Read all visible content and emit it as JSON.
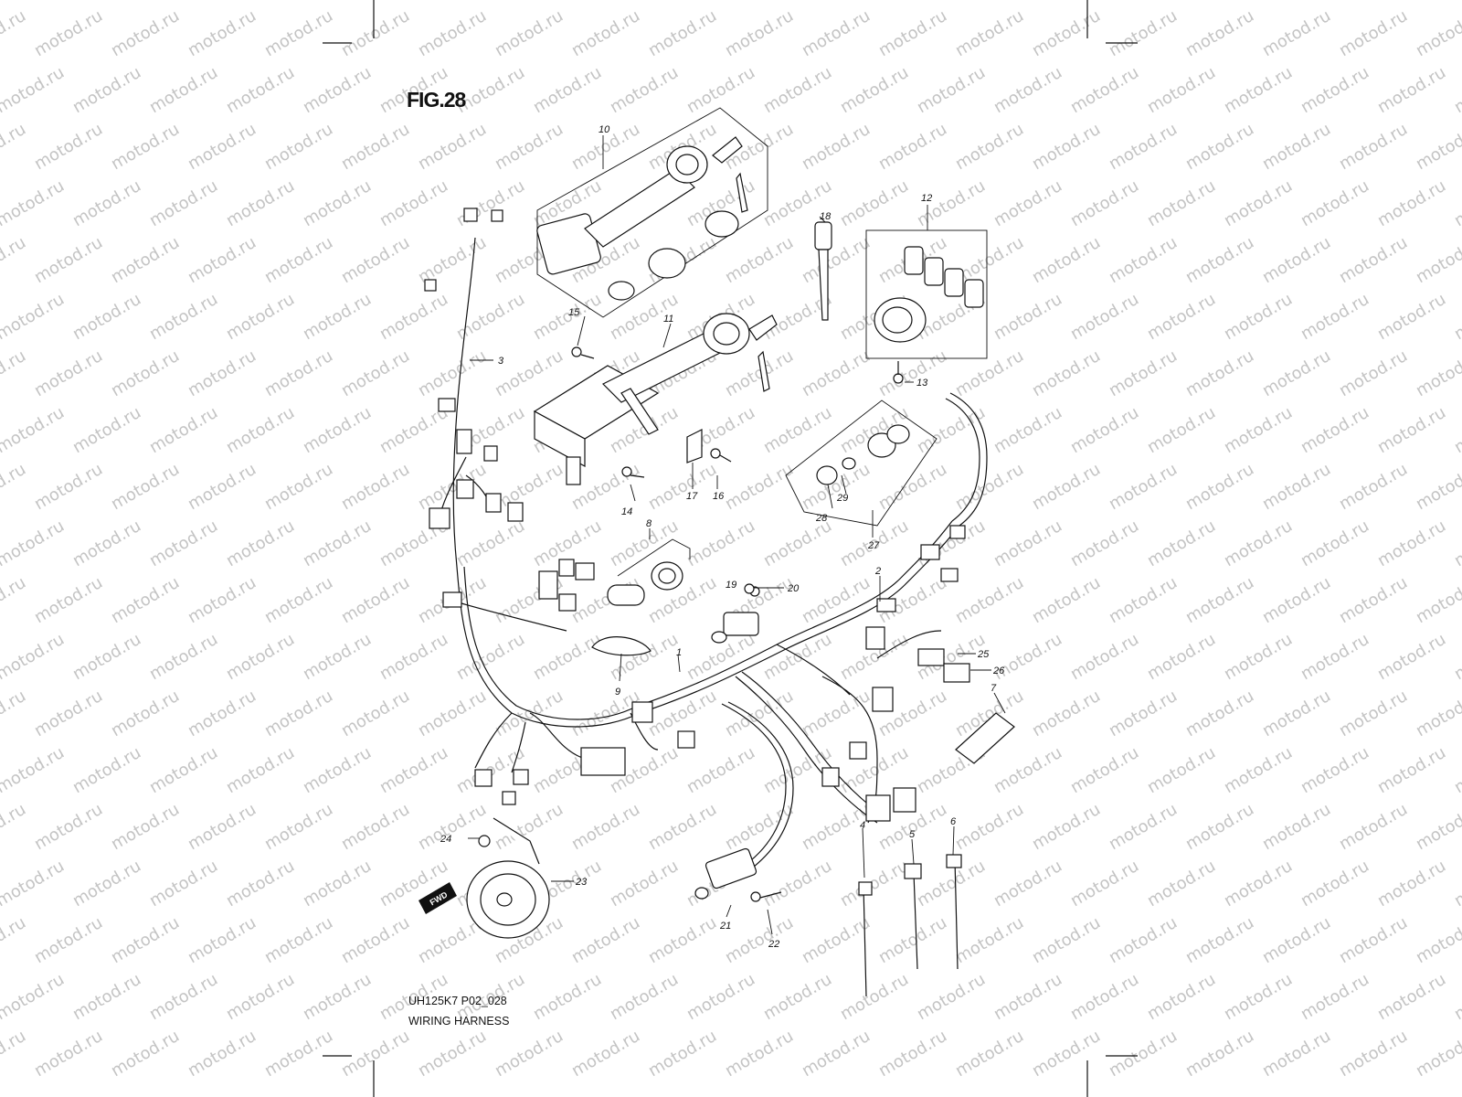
{
  "figure": {
    "title": "FIG.28",
    "code": "UH125K7 P02_028",
    "caption": "WIRING HARNESS"
  },
  "watermark": {
    "text": "motod.ru"
  },
  "callouts": [
    "1",
    "2",
    "3",
    "4",
    "5",
    "6",
    "7",
    "8",
    "9",
    "10",
    "11",
    "12",
    "13",
    "14",
    "15",
    "16",
    "17",
    "18",
    "19",
    "20",
    "21",
    "22",
    "23",
    "24",
    "25",
    "26",
    "27",
    "28",
    "29"
  ],
  "badges": {
    "fwd": "FWD"
  }
}
